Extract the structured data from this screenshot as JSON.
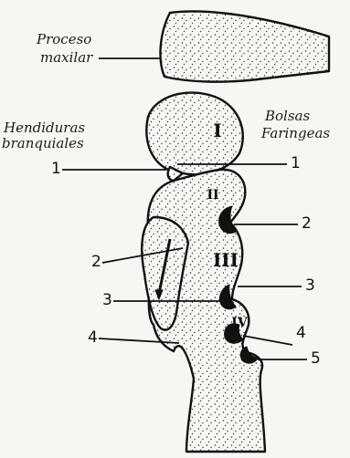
{
  "labels": {
    "proceso_line1": "Proceso",
    "proceso_line2": "maxilar",
    "hendiduras_line1": "Hendiduras",
    "hendiduras_line2": "branquiales",
    "bolsas_line1": "Bolsas",
    "bolsas_line2": "Faringeas"
  },
  "arch_numerals": {
    "arch1": "I",
    "arch2": "II",
    "arch3": "III",
    "arch4": "IV"
  },
  "cleft_numbers": {
    "left_1": "1",
    "left_2": "2",
    "left_3": "3",
    "left_4": "4"
  },
  "pouch_numbers": {
    "right_1": "1",
    "right_2": "2",
    "right_3": "3",
    "right_4": "4",
    "right_5": "5"
  }
}
